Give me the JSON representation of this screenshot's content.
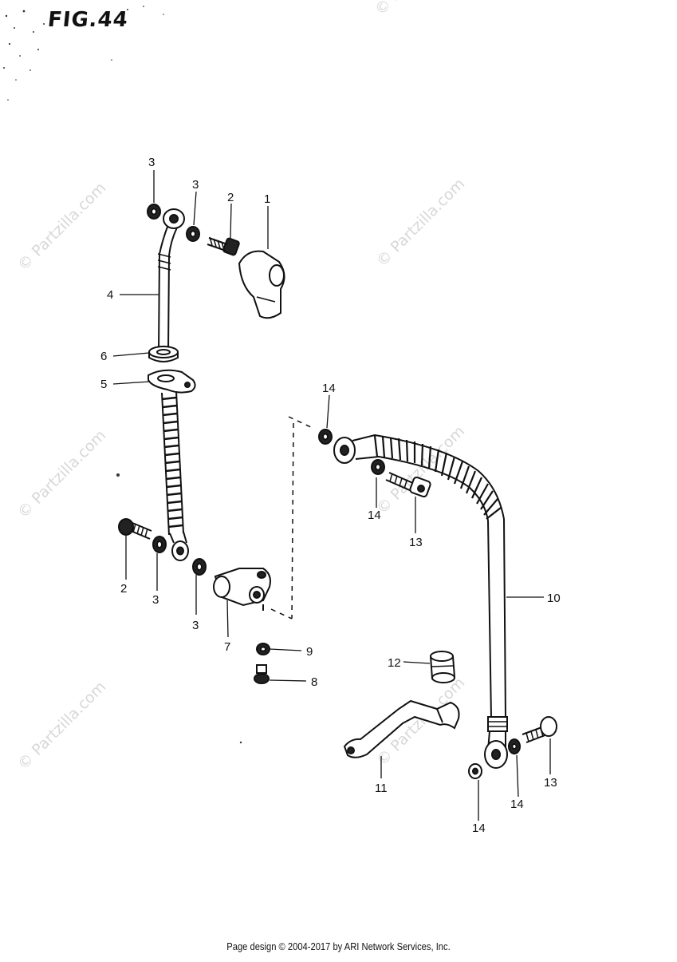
{
  "figure": {
    "title": "FIG.44"
  },
  "watermark": {
    "text": "© Partzilla.com"
  },
  "footer": {
    "text": "Page design © 2004-2017 by ARI Network Services, Inc."
  },
  "callouts": [
    {
      "id": "c1",
      "label": "1"
    },
    {
      "id": "c2a",
      "label": "2"
    },
    {
      "id": "c3a",
      "label": "3"
    },
    {
      "id": "c3b",
      "label": "3"
    },
    {
      "id": "c4",
      "label": "4"
    },
    {
      "id": "c6",
      "label": "6"
    },
    {
      "id": "c5",
      "label": "5"
    },
    {
      "id": "c14a",
      "label": "14"
    },
    {
      "id": "c14b",
      "label": "14"
    },
    {
      "id": "c13a",
      "label": "13"
    },
    {
      "id": "c2b",
      "label": "2"
    },
    {
      "id": "c3c",
      "label": "3"
    },
    {
      "id": "c3d",
      "label": "3"
    },
    {
      "id": "c7",
      "label": "7"
    },
    {
      "id": "c9",
      "label": "9"
    },
    {
      "id": "c8",
      "label": "8"
    },
    {
      "id": "c10",
      "label": "10"
    },
    {
      "id": "c12",
      "label": "12"
    },
    {
      "id": "c11",
      "label": "11"
    },
    {
      "id": "c13b",
      "label": "13"
    },
    {
      "id": "c14c",
      "label": "14"
    },
    {
      "id": "c14d",
      "label": "14"
    }
  ],
  "colors": {
    "ink": "#111111",
    "watermark": "#d8d8d8",
    "background": "#ffffff"
  }
}
